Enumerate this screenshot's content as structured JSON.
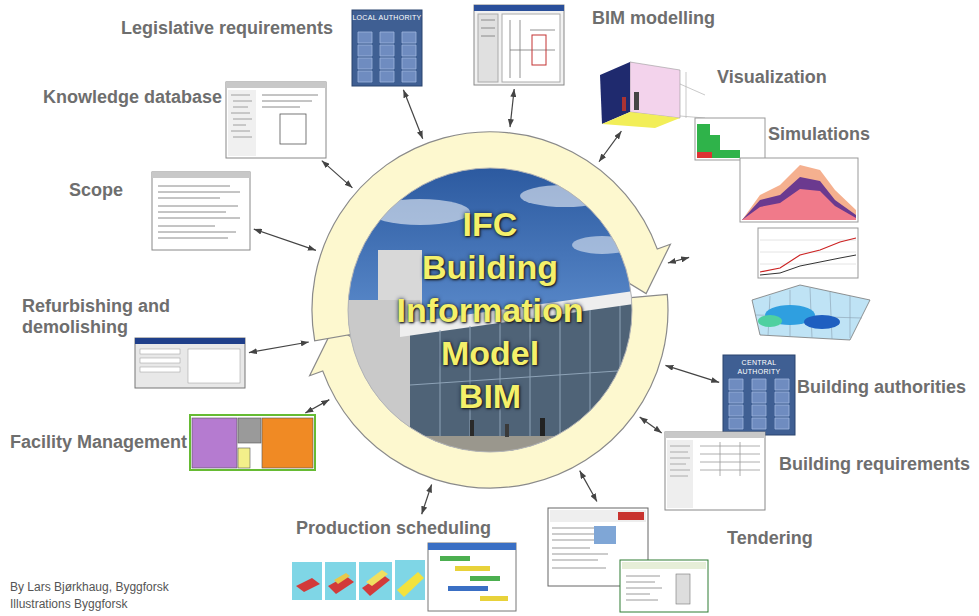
{
  "diagram": {
    "nodes": [
      {
        "text": [
          "IFC Building Information Model BIM"
        ]
      },
      {
        "text": [
          "Legislative requirements",
          "LOCAL AUTHORITY"
        ]
      },
      {
        "text": [
          "BIM modelling"
        ]
      },
      {
        "text": [
          "Visualization"
        ]
      },
      {
        "text": [
          "Simulations"
        ]
      },
      {
        "text": [
          "Building authorities",
          "CENTRAL AUTHORITY"
        ]
      },
      {
        "text": [
          "Building requirements"
        ]
      },
      {
        "text": [
          "Tendering"
        ]
      },
      {
        "text": [
          "Production scheduling"
        ]
      },
      {
        "text": [
          "Facility Management"
        ]
      },
      {
        "text": [
          "Refurbishing and demolishing"
        ]
      },
      {
        "text": [
          "Scope"
        ]
      },
      {
        "text": [
          "Knowledge database"
        ]
      }
    ],
    "edges": [
      {
        "from": 0,
        "to": 1,
        "arrow": "both"
      },
      {
        "from": 0,
        "to": 2,
        "arrow": "both"
      },
      {
        "from": 0,
        "to": 3,
        "arrow": "both"
      },
      {
        "from": 0,
        "to": 4,
        "arrow": "both"
      },
      {
        "from": 0,
        "to": 5,
        "arrow": "both"
      },
      {
        "from": 0,
        "to": 6,
        "arrow": "both"
      },
      {
        "from": 0,
        "to": 7,
        "arrow": "both"
      },
      {
        "from": 0,
        "to": 8,
        "arrow": "both"
      },
      {
        "from": 0,
        "to": 9,
        "arrow": "both"
      },
      {
        "from": 0,
        "to": 10,
        "arrow": "both"
      },
      {
        "from": 0,
        "to": 11,
        "arrow": "both"
      },
      {
        "from": 0,
        "to": 12,
        "arrow": "both"
      }
    ],
    "labels": [
      "By Lars Bjørkhaug, Byggforsk",
      "Illustrations Byggforsk"
    ]
  }
}
